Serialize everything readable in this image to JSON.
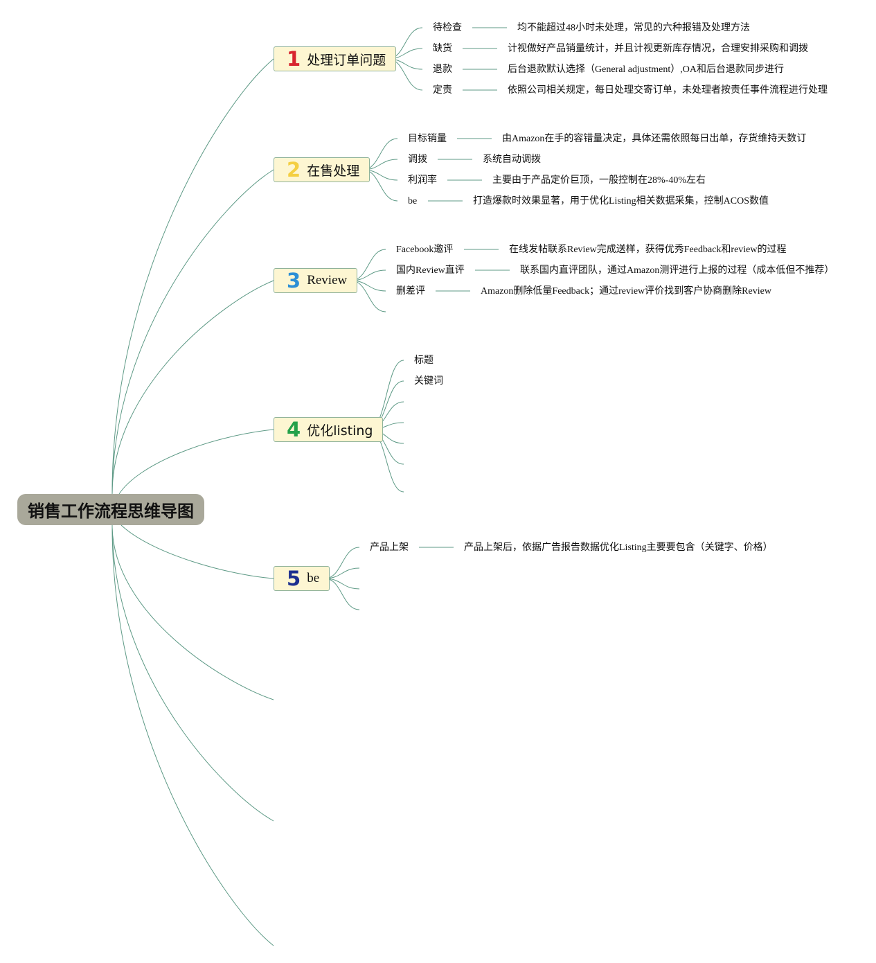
{
  "root": {
    "label": "销售工作流程思维导图"
  },
  "topics": [
    {
      "num": "1",
      "num_color": "#d8252f",
      "label": "处理订单问题",
      "label_latin": false,
      "children": [
        {
          "label": "待检查",
          "detail": "均不能超过48小时未处理，常见的六种报错及处理方法"
        },
        {
          "label": "缺货",
          "detail": "计视做好产品销量统计，并且计视更新库存情况，合理安排采购和调拨"
        },
        {
          "label": "退款",
          "detail": "后台退款默认选择（General adjustment）,OA和后台退款同步进行"
        },
        {
          "label": "定责",
          "detail": "依照公司相关规定，每日处理交寄订单，未处理者按责任事件流程进行处理"
        }
      ]
    },
    {
      "num": "2",
      "num_color": "#f4cf42",
      "label": "在售处理",
      "label_latin": false,
      "children": [
        {
          "label": "目标销量",
          "detail": "由Amazon在手的容错量决定，具体还需依照每日出单，存货维持天数订"
        },
        {
          "label": "调拨",
          "detail": "系统自动调拨"
        },
        {
          "label": "利润率",
          "detail": "主要由于产品定价巨顶，一般控制在28%-40%左右"
        },
        {
          "label": "be",
          "detail": "打造爆款时效果显著，用于优化Listing相关数据采集，控制ACOS数值"
        }
      ]
    },
    {
      "num": "3",
      "num_color": "#2c8fd6",
      "label": "Review",
      "label_latin": true,
      "children": [
        {
          "label": "Facebook邀评",
          "detail": "在线发帖联系Review完成送样，获得优秀Feedback和review的过程"
        },
        {
          "label": "国内Review直评",
          "detail": "联系国内直评团队，通过Amazon测评进行上报的过程（成本低但不推荐）"
        },
        {
          "label": "删差评",
          "detail": "Amazon删除低量Feedback；通过review评价找到客户协商删除Review"
        },
        {
          "label": "",
          "detail": ""
        }
      ]
    },
    {
      "num": "4",
      "num_color": "#24a14a",
      "label": "优化listing",
      "label_latin": false,
      "children": [
        {
          "label": "标题",
          "detail": ""
        },
        {
          "label": "关键词",
          "detail": ""
        },
        {
          "label": "",
          "detail": ""
        },
        {
          "label": "",
          "detail": ""
        },
        {
          "label": "",
          "detail": ""
        },
        {
          "label": "",
          "detail": ""
        },
        {
          "label": "",
          "detail": ""
        }
      ]
    },
    {
      "num": "5",
      "num_color": "#1c2f8f",
      "label": "be",
      "label_latin": true,
      "children": [
        {
          "label": "产品上架",
          "detail": "产品上架后，依据广告报告数据优化Listing主要要包含（关键字、价格）"
        },
        {
          "label": "",
          "detail": ""
        },
        {
          "label": "",
          "detail": ""
        },
        {
          "label": "",
          "detail": ""
        }
      ]
    }
  ],
  "colors": {
    "link": "#5e9a86",
    "root_bg": "#a9a89a",
    "topic_bg": "#fdf6d2",
    "topic_border": "#8fb29a"
  }
}
